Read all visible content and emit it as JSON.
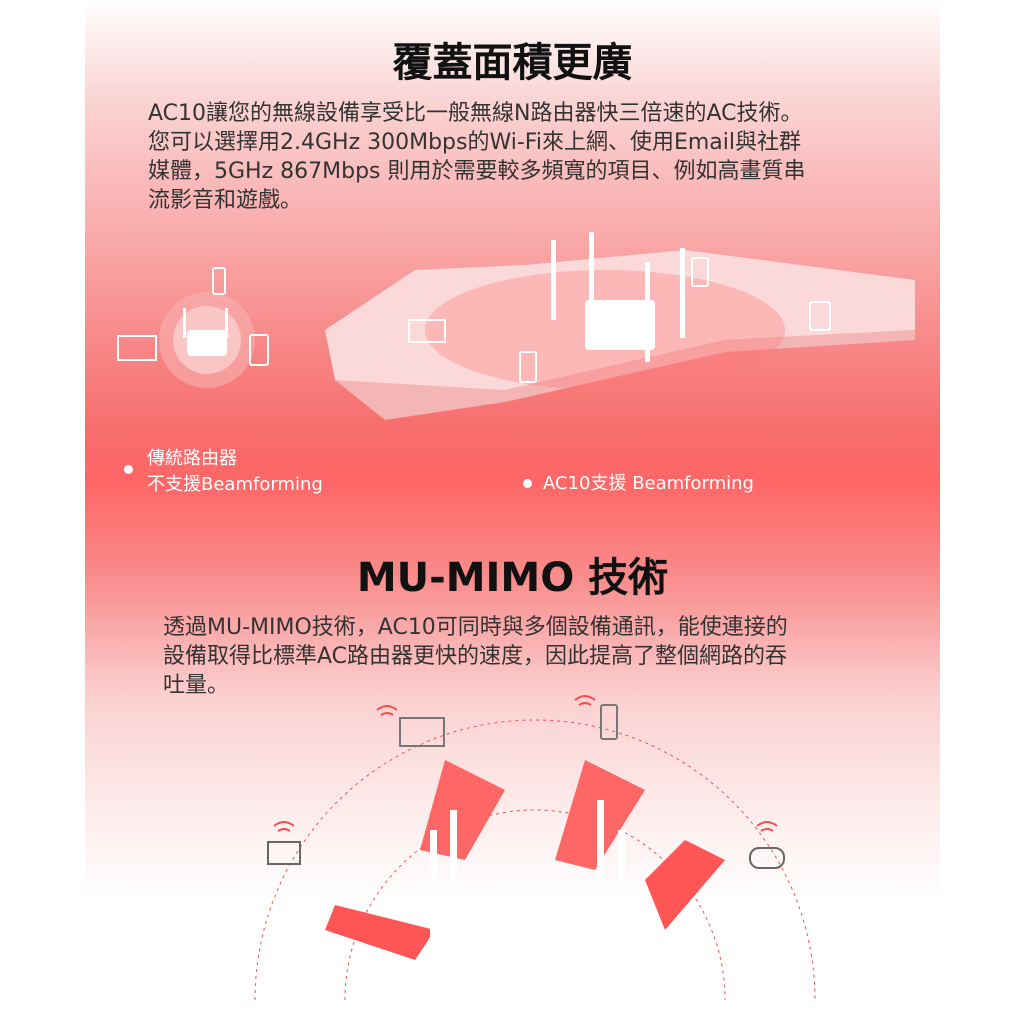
{
  "section1": {
    "title": "覆蓋面積更廣",
    "paragraph": "AC10讓您的無線設備享受比一般無線N路由器快三倍速的AC技術。\n您可以選擇用2.4GHz 300Mbps的Wi-Fi來上網、使用Email與社群\n媒體，5GHz 867Mbps 則用於需要較多頻寬的項目、例如高畫質串\n流影音和遊戲。",
    "legend_traditional_line1": "傳統路由器",
    "legend_traditional_line2": "不支援Beamforming",
    "legend_ac10": "AC10支援 Beamforming"
  },
  "section2": {
    "title": "MU-MIMO 技術",
    "paragraph": "透過MU-MIMO技術，AC10可同時與多個設備通訊，能使連接的\n設備取得比標準AC路由器更快的速度，因此提高了整個網路的吞\n吐量。"
  },
  "colors": {
    "accent": "#f25050",
    "text": "#333333"
  }
}
